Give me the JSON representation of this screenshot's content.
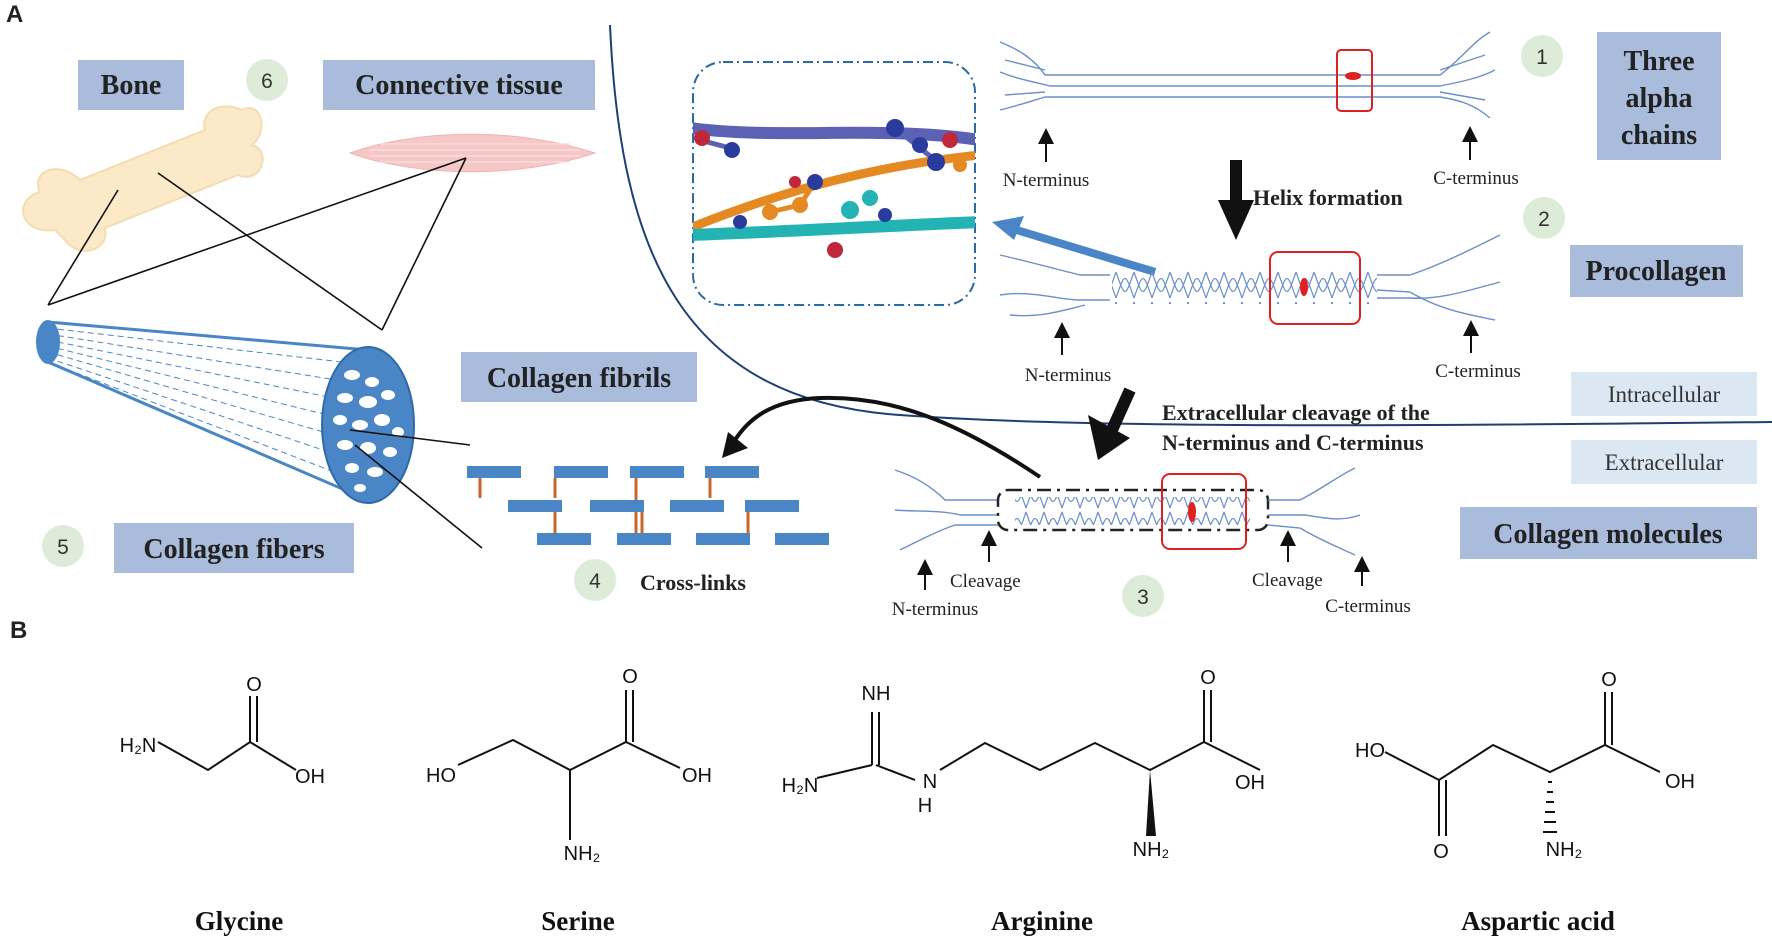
{
  "panels": {
    "a": "A",
    "b": "B"
  },
  "labels": {
    "bone": "Bone",
    "connective": "Connective tissue",
    "fibrils": "Collagen fibrils",
    "fibers": "Collagen fibers",
    "three_alpha_1": "Three",
    "three_alpha_2": "alpha",
    "three_alpha_3": "chains",
    "procollagen": "Procollagen",
    "intracellular": "Intracellular",
    "extracellular": "Extracellular",
    "molecules": "Collagen molecules"
  },
  "annotations": {
    "helix": "Helix formation",
    "cleavage_1": "Extracellular cleavage of the",
    "cleavage_2": "N-terminus and C-terminus",
    "crosslinks": "Cross-links",
    "n_terminus": "N-terminus",
    "c_terminus": "C-terminus",
    "cleavage": "Cleavage"
  },
  "steps": [
    "1",
    "2",
    "3",
    "4",
    "5",
    "6"
  ],
  "chem": {
    "o": "O",
    "oh": "OH",
    "ho": "HO",
    "h2n": "H₂N",
    "nh2": "NH₂",
    "nh": "NH",
    "n": "N",
    "h": "H"
  },
  "amino_acids": [
    "Glycine",
    "Serine",
    "Arginine",
    "Aspartic acid"
  ],
  "colors": {
    "label_box": "#a9bcdc",
    "compartment_box": "#dbe8f4",
    "step_circle": "#dcecd8",
    "chain": "#6b8fc8",
    "highlight": "#e02020",
    "fiber": "#4a86c5",
    "crosslink": "#c8672a"
  }
}
